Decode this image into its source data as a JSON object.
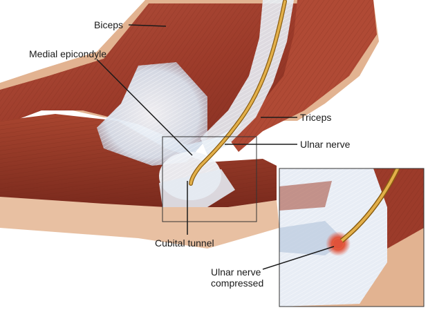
{
  "labels": {
    "biceps": "Biceps",
    "medial_epicondyle": "Medial epicondyle",
    "triceps": "Triceps",
    "ulnar_nerve": "Ulnar nerve",
    "cubital_tunnel": "Cubital tunnel",
    "ulnar_nerve_compressed_line1": "Ulnar nerve",
    "ulnar_nerve_compressed_line2": "compressed"
  },
  "colors": {
    "muscle": "#9c3b2a",
    "muscle_dark": "#7a2a1d",
    "muscle_light": "#b85a45",
    "skin": "#e2b391",
    "tendon": "#dfe6ef",
    "tendon_blue": "#b9c9de",
    "nerve": "#d9a233",
    "compression": "#e0523a",
    "leader_line": "#1a1a1a"
  }
}
